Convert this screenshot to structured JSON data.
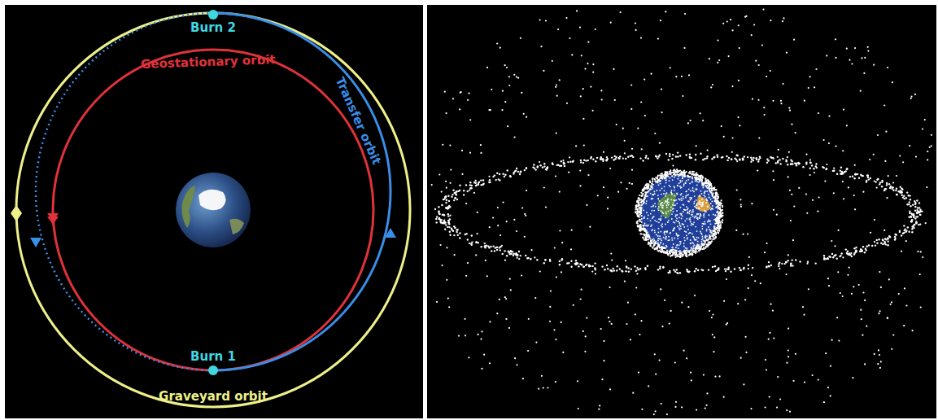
{
  "diagram": {
    "labels": [
      "Burn 2",
      "Geostationary orbit",
      "Transfer orbit",
      "Burn 1",
      "Graveyard orbit"
    ]
  }
}
